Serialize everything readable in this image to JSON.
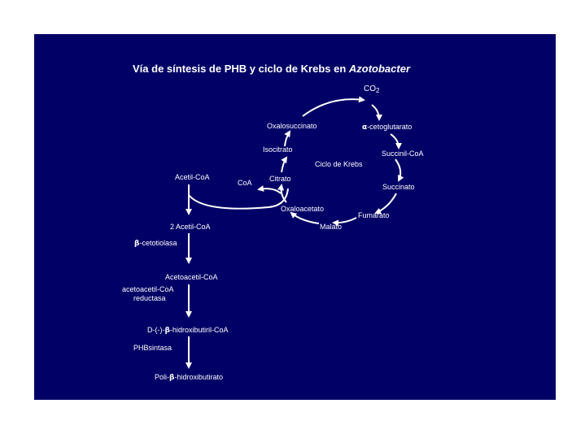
{
  "title": {
    "main": "Vía de síntesis de PHB y ciclo de Krebs en ",
    "organism": "Azotobacter"
  },
  "krebs": {
    "cycle_name": "Ciclo de Krebs",
    "co2": {
      "symbol": "CO",
      "subscript": "2"
    },
    "oxalosuccinato": "Oxalosuccinato",
    "cetoglutarato": {
      "symbol": "α",
      "text": "-cetoglutarato"
    },
    "succinil_coa": "Succinil-CoA",
    "succinato": "Succinato",
    "fumarato": "Fumarato",
    "malato": "Malato",
    "oxaloacetato": "Oxaloacetato",
    "citrato": "Citrato",
    "isocitrato": "Isocitrato",
    "coa": "CoA"
  },
  "phb": {
    "acetil_coa": "Acetil-CoA",
    "dos_acetil_coa": "2 Acetil-CoA",
    "cetotiolasa": {
      "symbol": "β",
      "text": "-cetotiolasa"
    },
    "acetoacetil_coa": "Acetoacetil-CoA",
    "reductasa_line1": "acetoacetil-CoA",
    "reductasa_line2": "reductasa",
    "hidroxibutiril": {
      "prefix": "D-(-)-",
      "symbol": "β",
      "text": "-hidroxibutiril-CoA"
    },
    "phb_sintasa": "PHBsintasa",
    "polihidroxibutirato": {
      "prefix": "Poli-",
      "symbol": "β",
      "text": "-hidroxibutirato"
    }
  },
  "colors": {
    "background": "#000066",
    "foreground": "#ffffff",
    "page": "#ffffff"
  }
}
